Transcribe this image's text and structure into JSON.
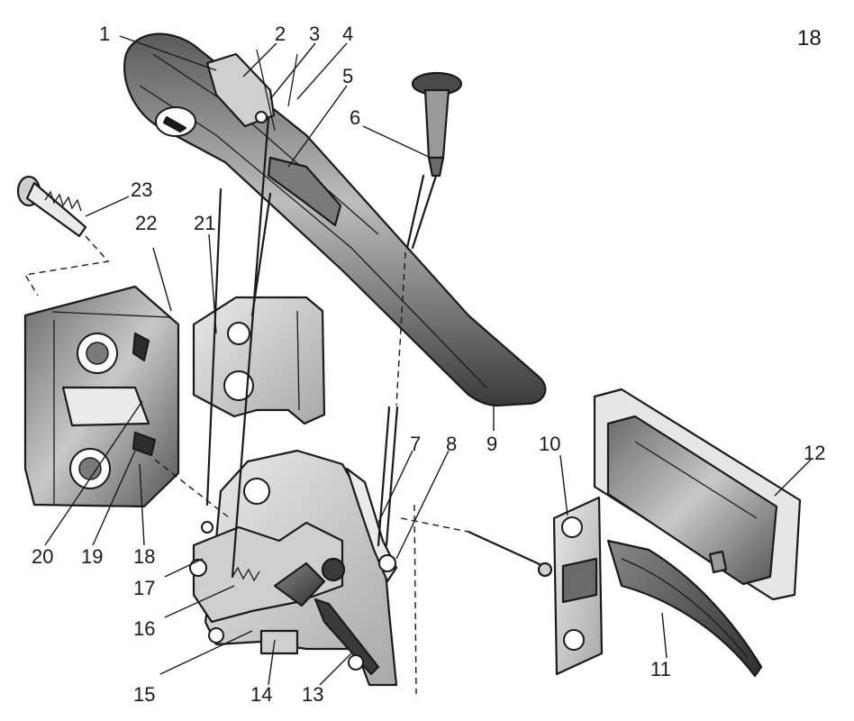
{
  "figure_number": "18",
  "callouts": [
    {
      "id": "1",
      "text": "1"
    },
    {
      "id": "2",
      "text": "2"
    },
    {
      "id": "3",
      "text": "3"
    },
    {
      "id": "4",
      "text": "4"
    },
    {
      "id": "5",
      "text": "5"
    },
    {
      "id": "6",
      "text": "6"
    },
    {
      "id": "7",
      "text": "7"
    },
    {
      "id": "8",
      "text": "8"
    },
    {
      "id": "9",
      "text": "9"
    },
    {
      "id": "10",
      "text": "10"
    },
    {
      "id": "11",
      "text": "11"
    },
    {
      "id": "12",
      "text": "12"
    },
    {
      "id": "13",
      "text": "13"
    },
    {
      "id": "14",
      "text": "14"
    },
    {
      "id": "15",
      "text": "15"
    },
    {
      "id": "16",
      "text": "16"
    },
    {
      "id": "17",
      "text": "17"
    },
    {
      "id": "18",
      "text": "18"
    },
    {
      "id": "19",
      "text": "19"
    },
    {
      "id": "20",
      "text": "20"
    },
    {
      "id": "21",
      "text": "21"
    },
    {
      "id": "22",
      "text": "22"
    },
    {
      "id": "23",
      "text": "23"
    }
  ],
  "colors": {
    "ink": "#1a1a1a",
    "shade_dark": "#4a4a4a",
    "shade_mid": "#9a9a9a",
    "shade_light": "#d6d6d6",
    "paper": "#ffffff"
  }
}
